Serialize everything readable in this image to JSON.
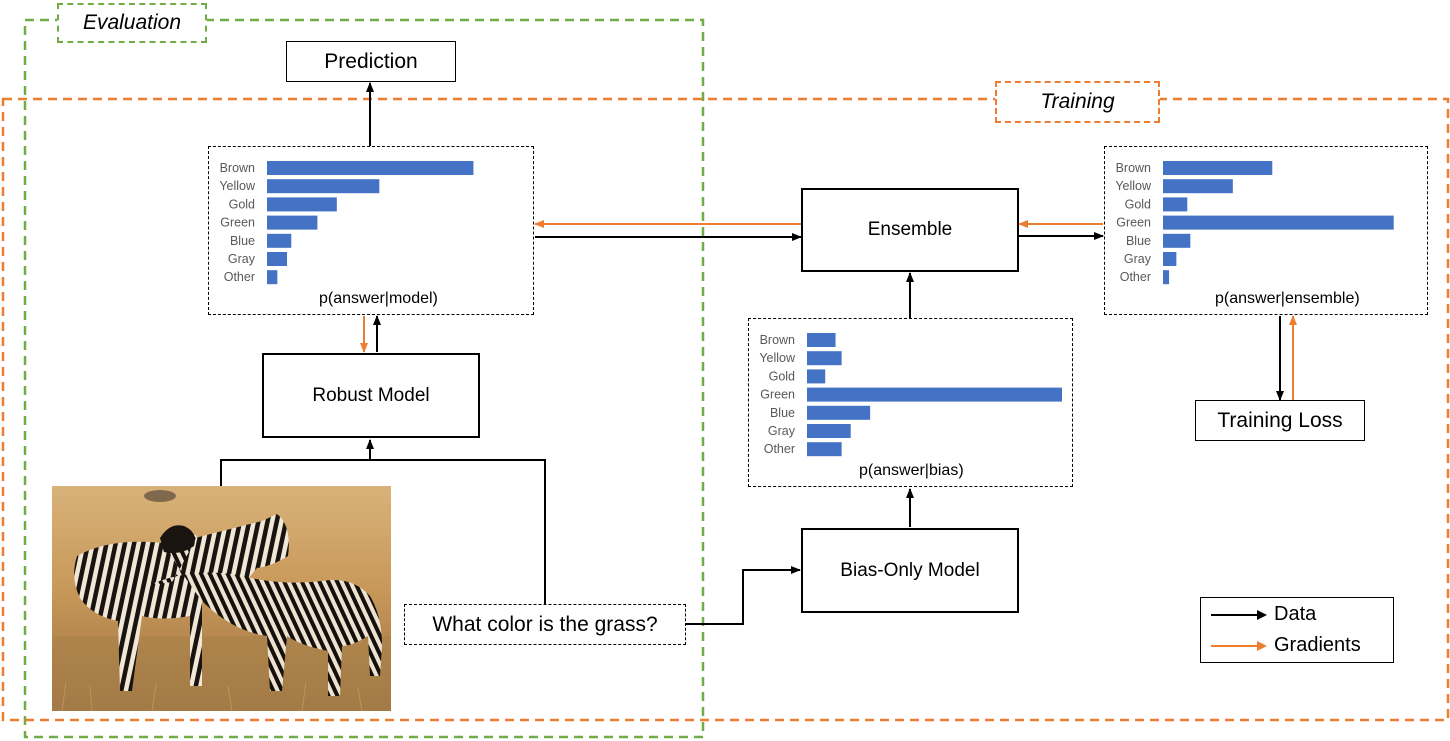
{
  "regions": {
    "evaluation_label": "Evaluation",
    "training_label": "Training",
    "evaluation_color": "#70AD47",
    "training_color": "#ED7D31"
  },
  "nodes": {
    "prediction": "Prediction",
    "robust_model": "Robust Model",
    "ensemble": "Ensemble",
    "bias_only_model": "Bias-Only Model",
    "training_loss": "Training Loss",
    "question": "What color is the grass?"
  },
  "distributions": [
    {
      "id": "model",
      "caption": "p(answer|model)",
      "categories": [
        "Brown",
        "Yellow",
        "Gold",
        "Green",
        "Blue",
        "Gray",
        "Other"
      ],
      "values": [
        0.34,
        0.185,
        0.115,
        0.083,
        0.04,
        0.033,
        0.017
      ],
      "bar_color": "#4472C4"
    },
    {
      "id": "bias",
      "caption": "p(answer|bias)",
      "categories": [
        "Brown",
        "Yellow",
        "Gold",
        "Green",
        "Blue",
        "Gray",
        "Other"
      ],
      "values": [
        0.047,
        0.057,
        0.03,
        0.42,
        0.104,
        0.072,
        0.057
      ],
      "bar_color": "#4472C4"
    },
    {
      "id": "ensemble",
      "caption": "p(answer|ensemble)",
      "categories": [
        "Brown",
        "Yellow",
        "Gold",
        "Green",
        "Blue",
        "Gray",
        "Other"
      ],
      "values": [
        0.18,
        0.115,
        0.04,
        0.38,
        0.045,
        0.022,
        0.01
      ],
      "bar_color": "#4472C4"
    }
  ],
  "legend": {
    "items": [
      {
        "label": "Data",
        "color": "#000000"
      },
      {
        "label": "Gradients",
        "color": "#ED7D31"
      }
    ]
  },
  "image": {
    "subject": "two zebras standing in dry golden grass",
    "icon": "zebra-photo"
  }
}
